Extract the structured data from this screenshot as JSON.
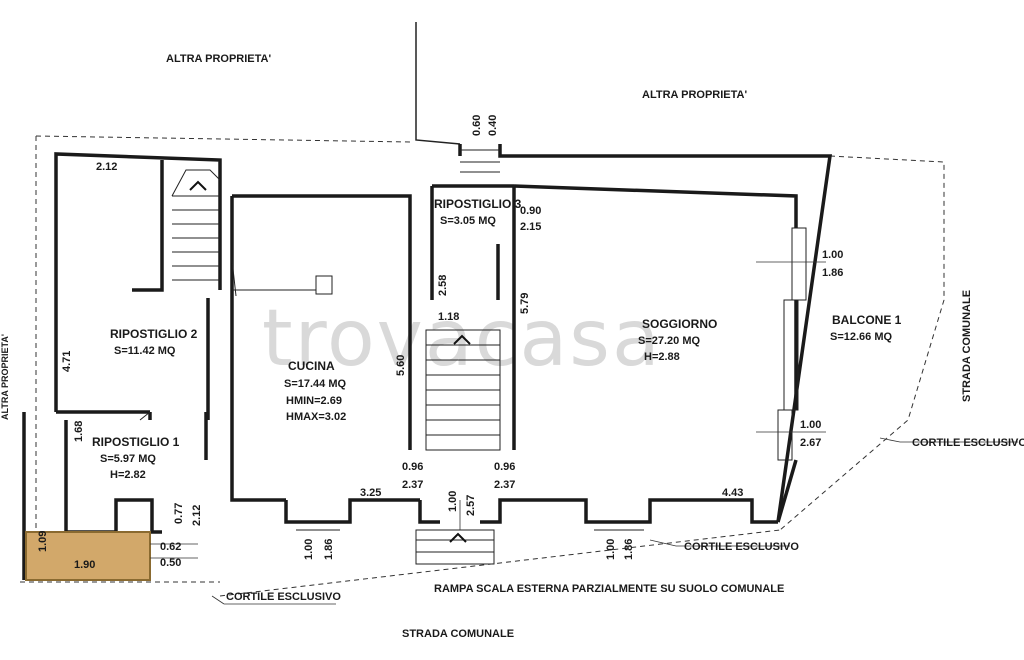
{
  "labels": {
    "altra_1": "ALTRA PROPRIETA'",
    "altra_2": "ALTRA PROPRIETA'",
    "strada_right": "STRADA COMUNALE",
    "strada_bottom": "STRADA COMUNALE",
    "cortile_left": "CORTILE ESCLUSIVO",
    "cortile_mid": "CORTILE ESCLUSIVO",
    "cortile_right": "CORTILE ESCLUSIVO",
    "rampa": "RAMPA SCALA ESTERNA PARZIALMENTE SU SUOLO COMUNALE",
    "left_edge": "ALTRA PROPRIETA'",
    "watermark": "trovacasa"
  },
  "rooms": {
    "rip2_name": "RIPOSTIGLIO 2",
    "rip2_area": "S=11.42 MQ",
    "rip1_name": "RIPOSTIGLIO 1",
    "rip1_area": "S=5.97 MQ",
    "rip1_h": "H=2.82",
    "cucina_name": "CUCINA",
    "cucina_area": "S=17.44 MQ",
    "cucina_hmin": "HMIN=2.69",
    "cucina_hmax": "HMAX=3.02",
    "rip3_name": "RIPOSTIGLIO 3",
    "rip3_area": "S=3.05 MQ",
    "sogg_name": "SOGGIORNO",
    "sogg_area": "S=27.20 MQ",
    "sogg_h": "H=2.88",
    "balc_name": "BALCONE 1",
    "balc_area": "S=12.66 MQ"
  },
  "dims": {
    "d_212_top": "2.12",
    "d_471": "4.71",
    "d_168": "1.68",
    "d_077": "0.77",
    "d_212_v": "2.12",
    "d_109": "1.09",
    "d_190": "1.90",
    "d_062": "0.62",
    "d_050": "0.50",
    "d_100_a": "1.00",
    "d_186_a": "1.86",
    "d_325": "3.25",
    "d_560": "5.60",
    "d_096_a": "0.96",
    "d_237_a": "2.37",
    "d_100_b": "1.00",
    "d_257": "2.57",
    "d_096_b": "0.96",
    "d_237_b": "2.37",
    "d_060": "0.60",
    "d_040": "0.40",
    "d_090": "0.90",
    "d_215": "2.15",
    "d_258": "2.58",
    "d_118": "1.18",
    "d_579": "5.79",
    "d_100_c": "1.00",
    "d_186_c": "1.86",
    "d_100_d": "1.00",
    "d_267": "2.67",
    "d_443": "4.43",
    "d_100_e": "1.00",
    "d_186_e": "1.86"
  },
  "colors": {
    "wall": "#1a1a1a",
    "highlight": "#d2a86a",
    "highlight_stroke": "#8a6a30",
    "watermark": "#d9d9d9"
  }
}
